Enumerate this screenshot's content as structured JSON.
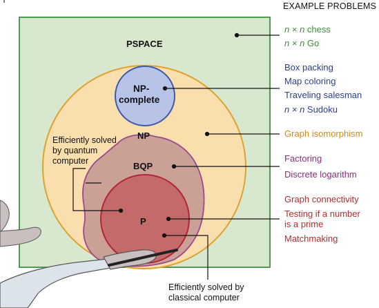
{
  "side_header": "EXAMPLE PROBLEMS",
  "regions": {
    "pspace": "PSPACE",
    "np_complete_line1": "NP-",
    "np_complete_line2": "complete",
    "np": "NP",
    "bqp": "BQP",
    "p": "P"
  },
  "captions": {
    "quantum_line1": "Efficiently solved",
    "quantum_line2": "by quantum",
    "quantum_line3": "computer",
    "classical_line1": "Efficiently solved by",
    "classical_line2": "classical computer"
  },
  "examples": {
    "pspace": [
      "n × n chess",
      "n × n Go"
    ],
    "np_complete": [
      "Box packing",
      "Map coloring",
      "Traveling salesman",
      "n × n Sudoku"
    ],
    "np": [
      "Graph isomorphism"
    ],
    "bqp": [
      "Factoring",
      "Discrete logarithm"
    ],
    "p": [
      "Graph connectivity",
      "Testing if a number",
      "is a prime",
      "Matchmaking"
    ]
  },
  "colors": {
    "pspace_fill": "#d8e8cf",
    "pspace_border": "#4f9a50",
    "np_fill": "#f9dfad",
    "np_border": "#e0a030",
    "npc_fill": "#b8c3e8",
    "npc_border": "#3c5aa6",
    "bqp_fill": "#c89d96",
    "bqp_border": "#9a3f8c",
    "p_fill": "#c46a6a",
    "p_border": "#b3243c"
  },
  "icons": [
    "cartoon-hand-with-pointer"
  ]
}
